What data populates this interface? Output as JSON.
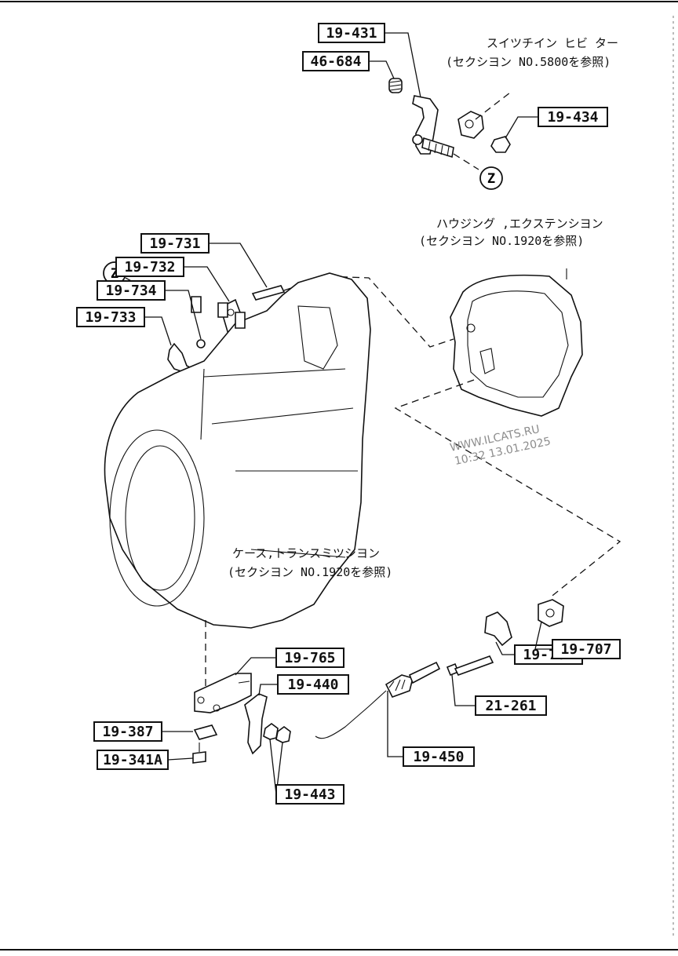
{
  "parts": [
    {
      "id": "19-431"
    },
    {
      "id": "46-684"
    },
    {
      "id": "19-434"
    },
    {
      "id": "19-731"
    },
    {
      "id": "19-732"
    },
    {
      "id": "19-734"
    },
    {
      "id": "19-733"
    },
    {
      "id": "19-765"
    },
    {
      "id": "19-440"
    },
    {
      "id": "19-387"
    },
    {
      "id": "19-341A"
    },
    {
      "id": "19-443"
    },
    {
      "id": "19-450"
    },
    {
      "id": "21-261"
    },
    {
      "id": "19-701"
    },
    {
      "id": "19-707"
    }
  ],
  "notes": {
    "switch": [
      "スイツチイン ヒビ ター",
      "(セクシヨン NO.5800を参照)"
    ],
    "housing": [
      "ハウジング ,エクステンシヨン",
      "(セクシヨン NO.1920を参照)"
    ],
    "case": [
      "ケース,トランスミツシヨン",
      "(セクシヨン NO.1920を参照)"
    ]
  },
  "markers": {
    "z_top": "Z",
    "z_left": "Z"
  },
  "watermark": {
    "line1": "WWW.ILCATS.RU",
    "line2": "10:32 13.01.2025"
  }
}
